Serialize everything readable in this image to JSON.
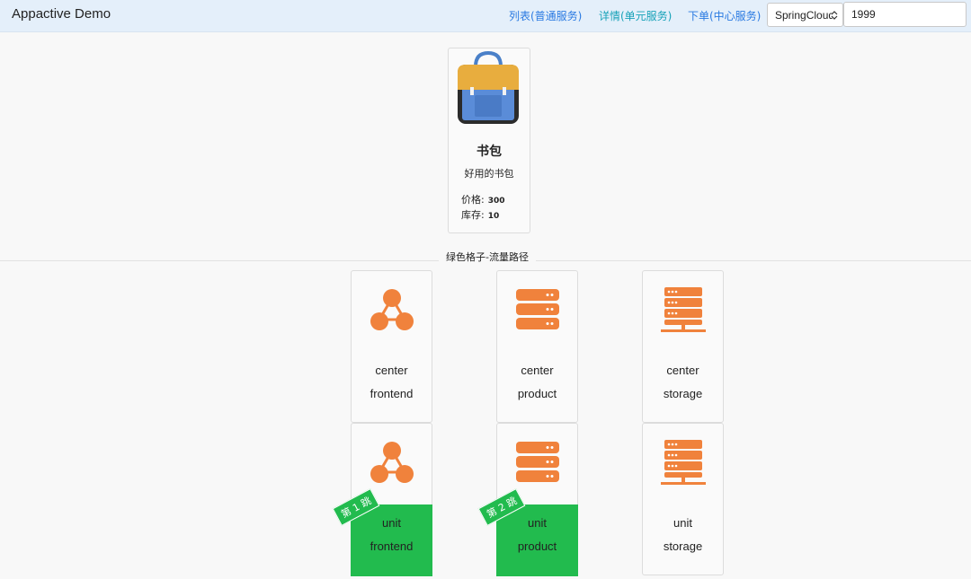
{
  "navbar": {
    "brand": "Appactive Demo",
    "links": [
      {
        "label": "列表(普通服务)",
        "color": "#2a7ae2"
      },
      {
        "label": "详情(单元服务)",
        "color": "#17a2b8"
      },
      {
        "label": "下单(中心服务)",
        "color": "#2a7ae2"
      }
    ],
    "framework_select": {
      "value": "SpringCloud"
    },
    "id_input": {
      "value": "1999"
    }
  },
  "product": {
    "image_icon": "backpack-icon",
    "name": "书包",
    "description": "好用的书包",
    "price_label": "价格:",
    "price_value": "300",
    "stock_label": "库存:",
    "stock_value": "10"
  },
  "section_title": "绿色格子-流量路径",
  "highlight_color": "#22bb4e",
  "services": [
    {
      "line1": "center",
      "line2": "frontend",
      "icon": "cluster-icon",
      "highlighted": false
    },
    {
      "line1": "center",
      "line2": "product",
      "icon": "server-stack-icon",
      "highlighted": false
    },
    {
      "line1": "center",
      "line2": "storage",
      "icon": "storage-rack-icon",
      "highlighted": false
    },
    {
      "line1": "unit",
      "line2": "frontend",
      "icon": "cluster-icon",
      "highlighted": true,
      "hop_label": "第 1 跳"
    },
    {
      "line1": "unit",
      "line2": "product",
      "icon": "server-stack-icon",
      "highlighted": true,
      "hop_label": "第 2 跳"
    },
    {
      "line1": "unit",
      "line2": "storage",
      "icon": "storage-rack-icon",
      "highlighted": false
    }
  ]
}
